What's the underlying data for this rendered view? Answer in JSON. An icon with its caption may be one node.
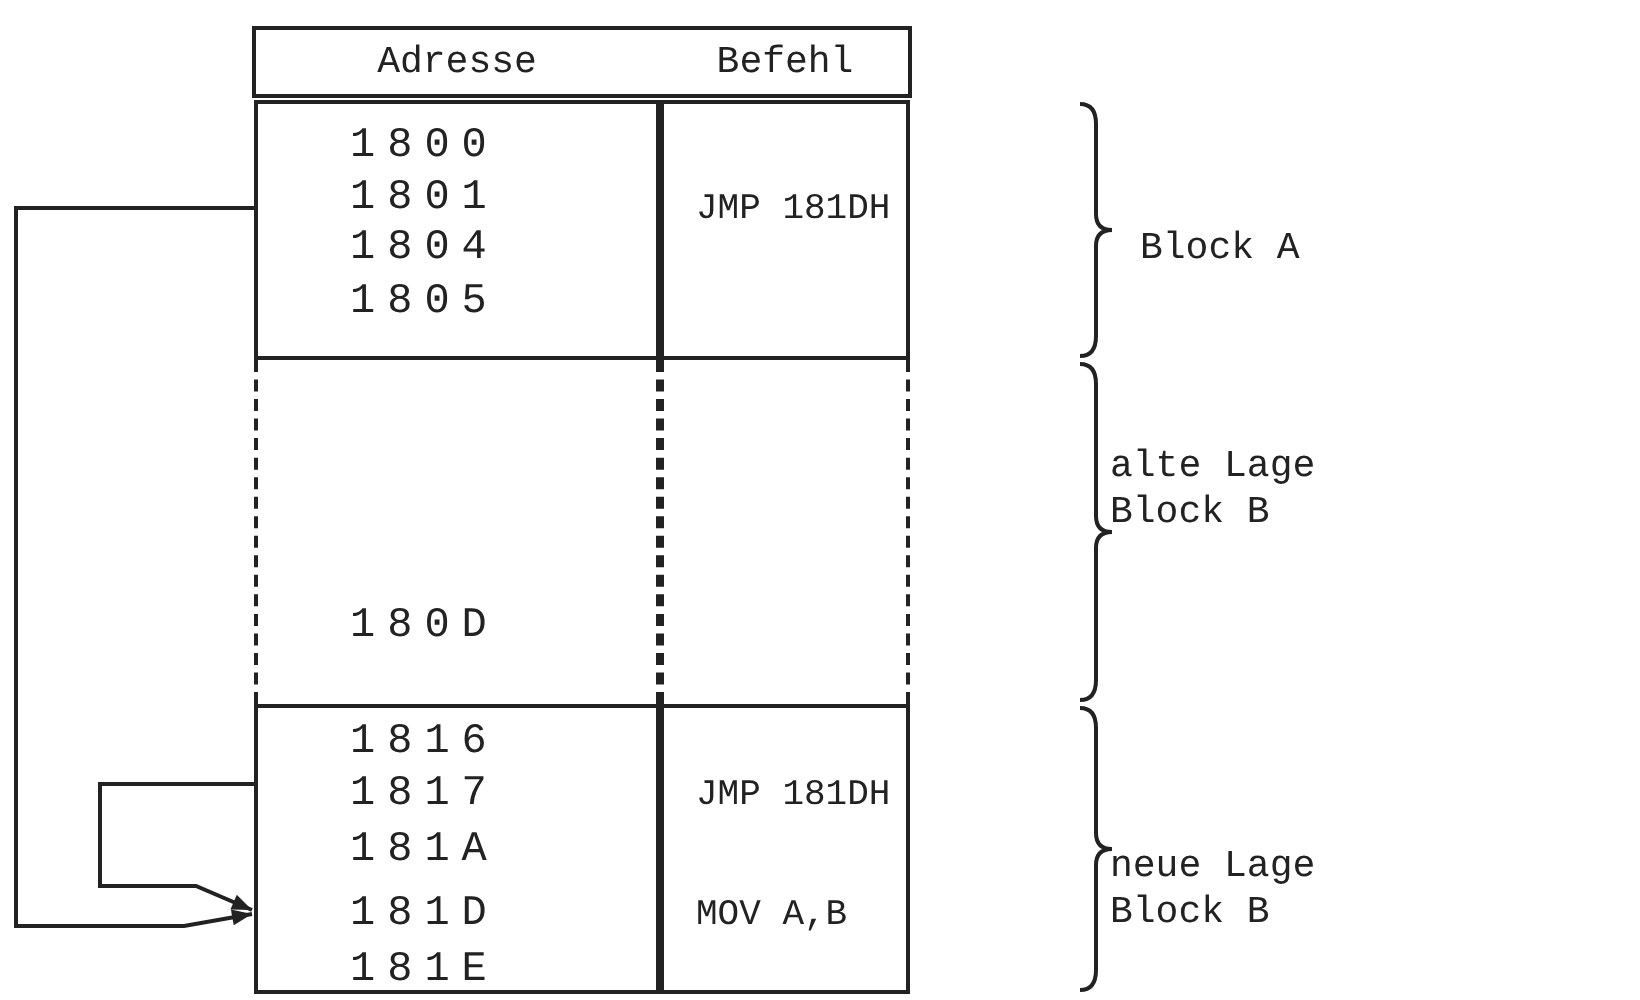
{
  "diagram": {
    "nodes": [
      {
        "text": [
          "1800",
          "1801",
          "1804",
          "1805"
        ]
      },
      {
        "text": [
          "JMP 181DH"
        ]
      },
      {
        "text": [
          "180D"
        ]
      },
      {
        "text": [],
        "shape": "box"
      },
      {
        "text": [
          "1816",
          "1817",
          "181A",
          "181D",
          "181E"
        ]
      },
      {
        "text": [
          "JMP 181DH",
          "MOV A,B"
        ]
      }
    ],
    "edges": [
      {
        "from": 0,
        "to": 4,
        "arrow": "to"
      },
      {
        "from": 4,
        "to": 4,
        "arrow": "to"
      }
    ],
    "labels": [
      "Adresse",
      "Befehl",
      "Block A",
      "alte Lage Block B",
      "neue Lage Block B"
    ]
  }
}
